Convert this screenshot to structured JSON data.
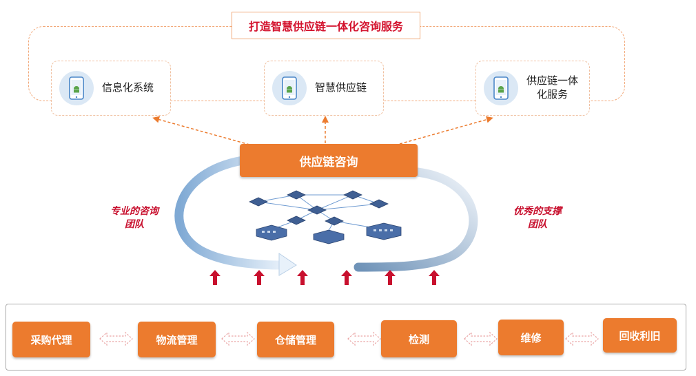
{
  "title": "打造智慧供应链一体化咨询服务",
  "cards": [
    {
      "label": "信息化系统",
      "icon": "smartphone-android-icon"
    },
    {
      "label": "智慧供应链",
      "icon": "smartphone-android-icon"
    },
    {
      "label_line1": "供应链一体",
      "label_line2": "化服务",
      "icon": "smartphone-android-icon"
    }
  ],
  "center_label": "供应链咨询",
  "left_note": {
    "line1": "专业的咨询",
    "line2": "团队"
  },
  "right_note": {
    "line1": "优秀的支撑",
    "line2": "团队"
  },
  "processes": [
    "采购代理",
    "物流管理",
    "仓储管理",
    "检测",
    "维修",
    "回收利旧"
  ],
  "colors": {
    "accent": "#ec7b2e",
    "title_red": "#d3122d",
    "note_red": "#c8102e",
    "arrow_red": "#c8102e",
    "ring_blue": "#9fc2e4"
  }
}
